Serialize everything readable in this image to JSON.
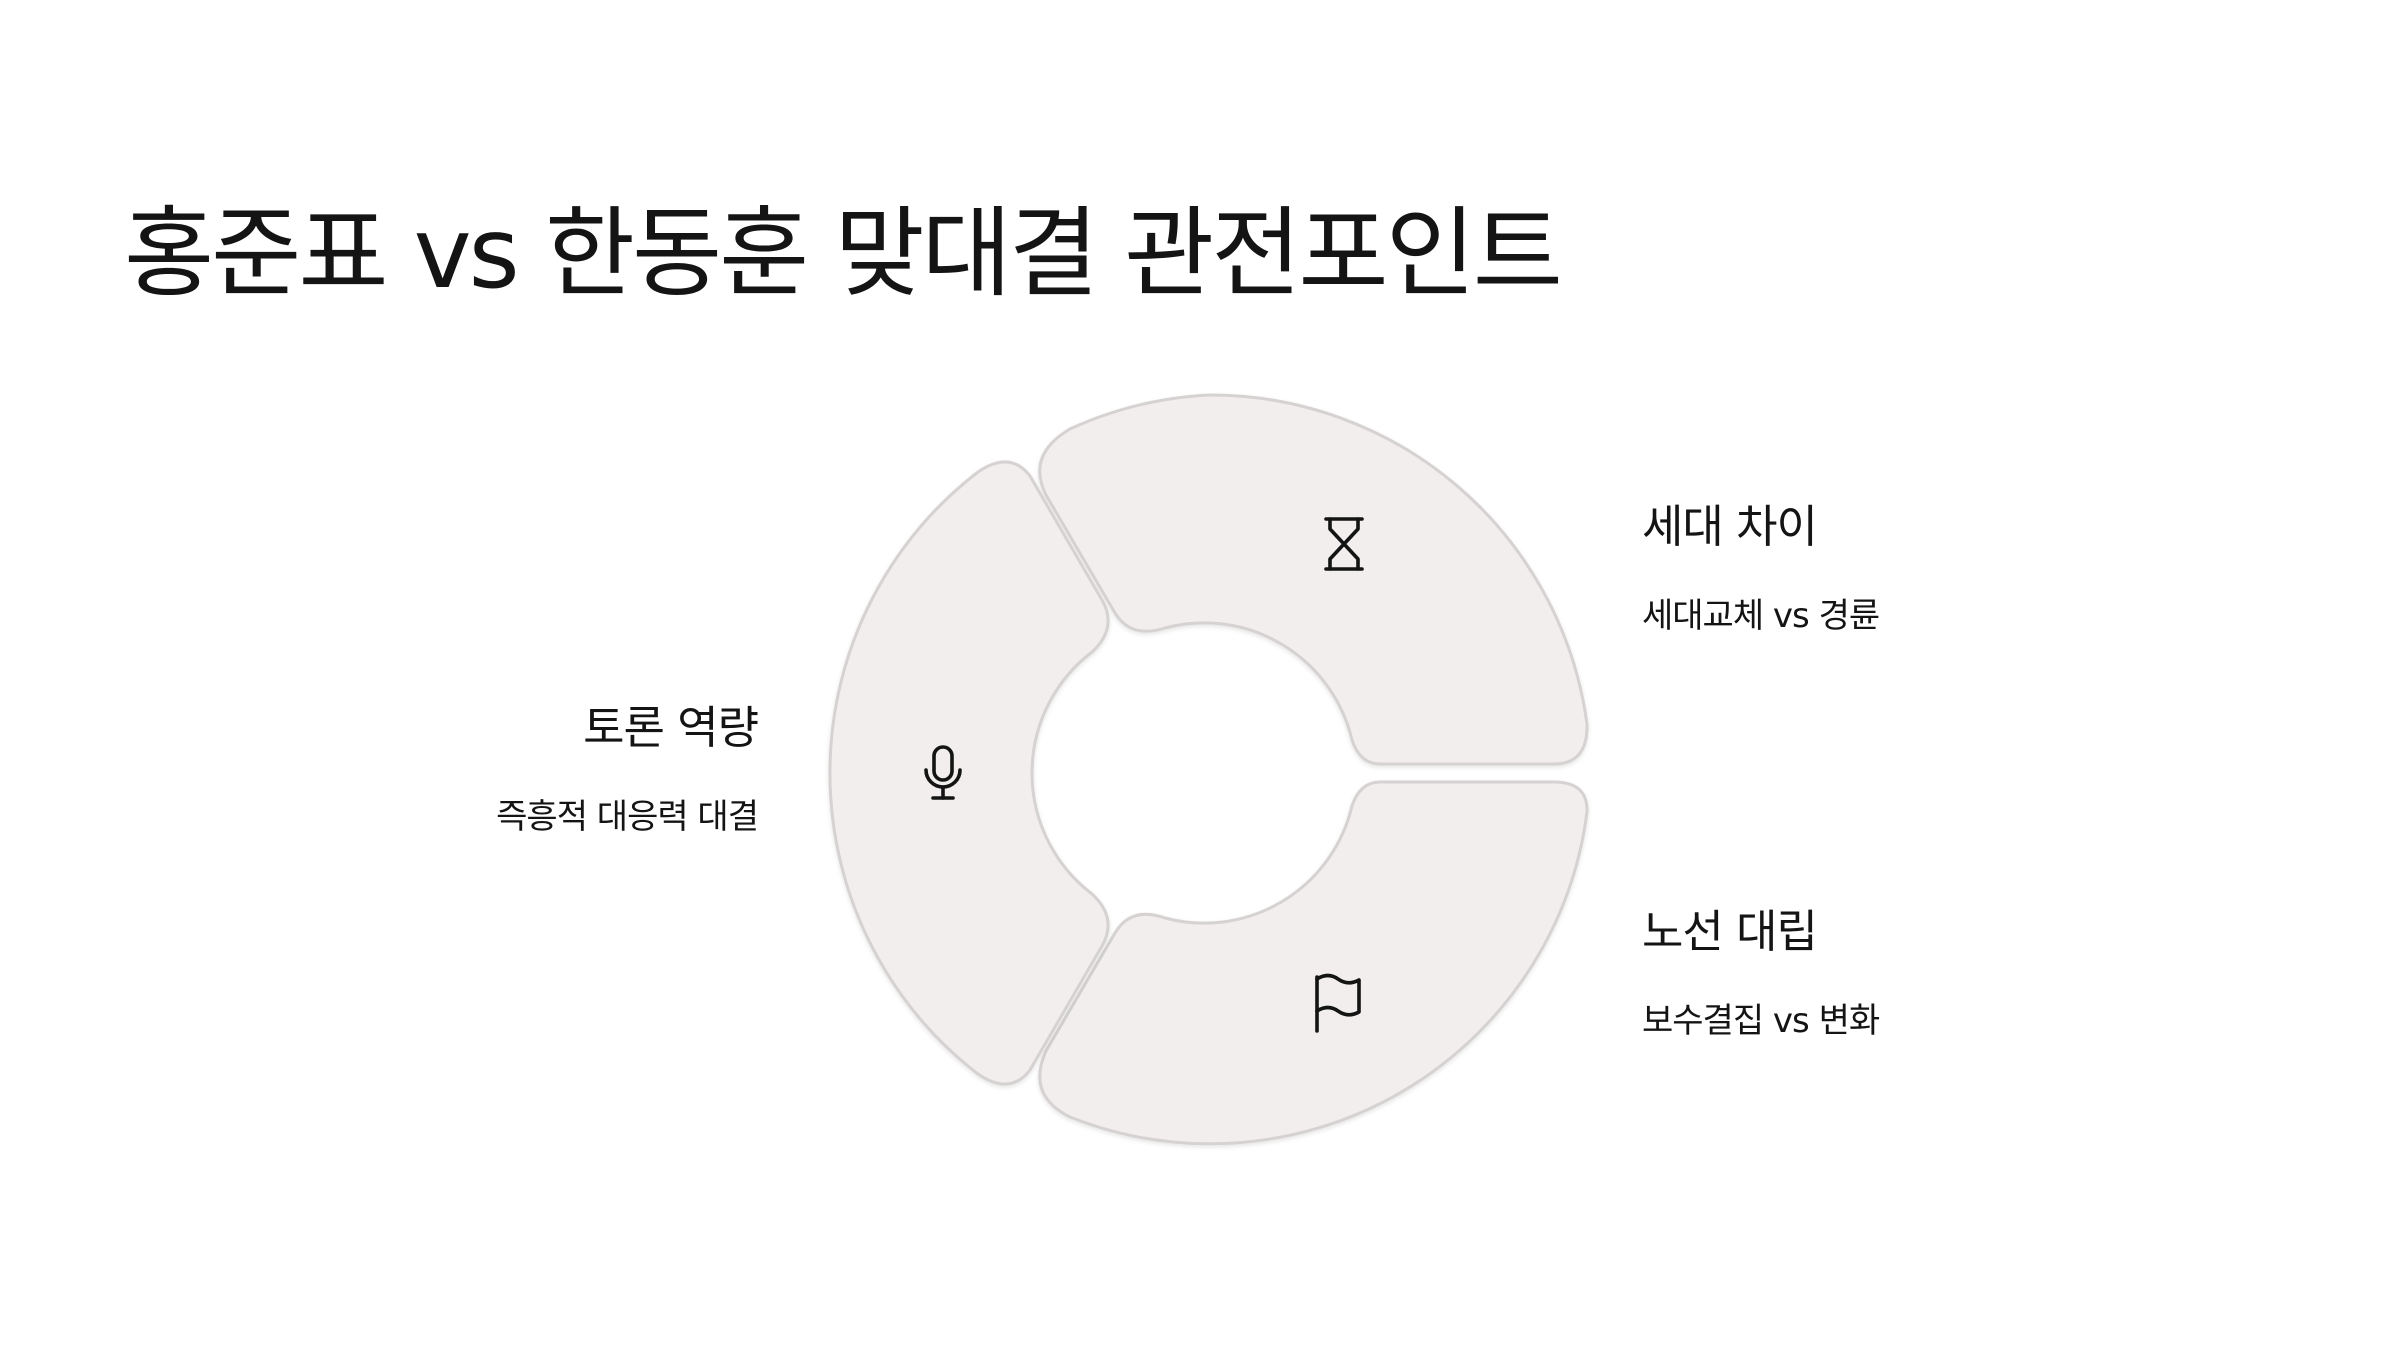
{
  "title": "홍준표 vs 한동훈 맞대결 관전포인트",
  "segments": [
    {
      "title": "세대 차이",
      "description": "세대교체 vs 경륜",
      "icon": "hourglass-icon"
    },
    {
      "title": "노선 대립",
      "description": "보수결집 vs 변화",
      "icon": "flag-icon"
    },
    {
      "title": "토론 역량",
      "description": "즉흥적 대응력 대결",
      "icon": "microphone-icon"
    }
  ],
  "colors": {
    "segment_fill": "#f1eeed",
    "segment_stroke": "#d5d2d1",
    "text": "#141414",
    "background": "#ffffff"
  }
}
